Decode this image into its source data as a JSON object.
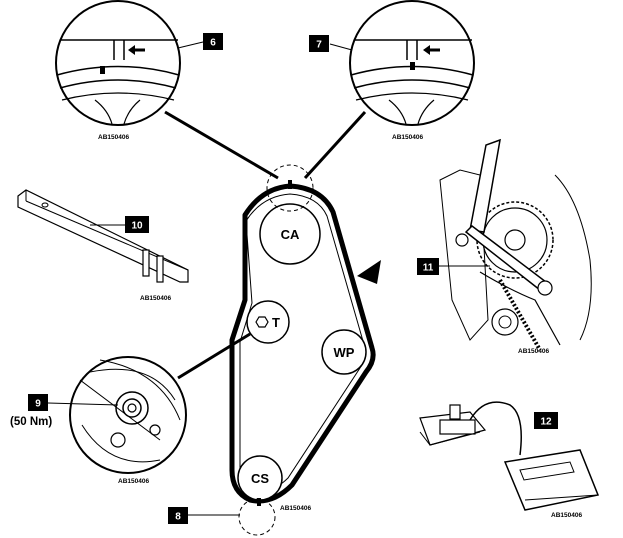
{
  "callouts": {
    "c6": "6",
    "c7": "7",
    "c8": "8",
    "c9": "9",
    "c10": "10",
    "c11": "11",
    "c12": "12"
  },
  "torque_text": "(50 Nm)",
  "pulleys": {
    "camshaft": "CA",
    "tensioner": "T",
    "water_pump": "WP",
    "crankshaft": "CS"
  },
  "captions": {
    "detail_6": "AB150406",
    "detail_7": "AB150406",
    "tool_10": "AB150406",
    "tool_11": "AB150406",
    "tensioner_detail_9": "AB150406",
    "tool_12": "AB150406",
    "main_diagram": "AB150406"
  },
  "icons": [
    "rotation-direction-arrow-icon",
    "hexagon-bolt-icon"
  ],
  "colors": {
    "ink": "#000000",
    "paper": "#ffffff"
  }
}
